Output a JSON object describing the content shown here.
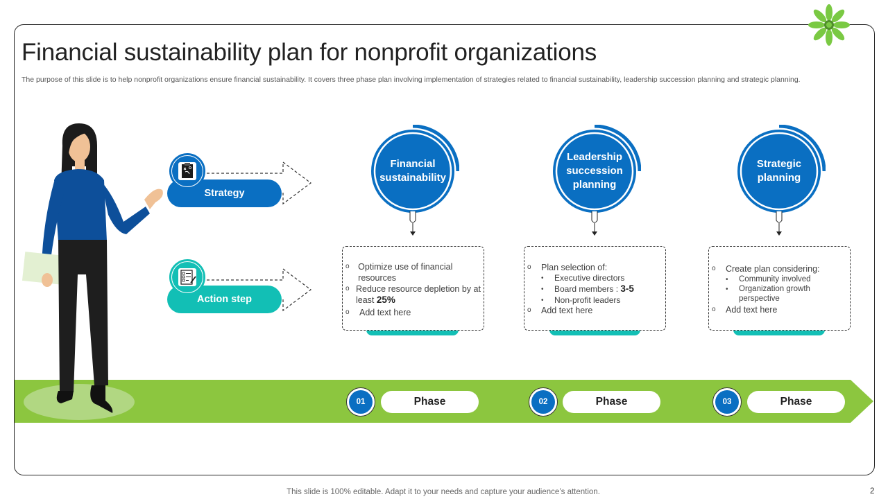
{
  "slide": {
    "title": "Financial sustainability plan for nonprofit organizations",
    "subtitle": "The purpose of this slide is to help nonprofit organizations ensure financial sustainability. It covers three phase plan involving implementation of strategies related to financial sustainability, leadership succession planning and strategic planning.",
    "footer": "This slide is 100% editable. Adapt it to your needs and capture your audience’s attention.",
    "page_number": "2"
  },
  "legend": {
    "strategy_label": "Strategy",
    "action_label": "Action step"
  },
  "strategies": [
    {
      "line1": "Financial",
      "line2": "sustainability",
      "line3": ""
    },
    {
      "line1": "Leadership",
      "line2": "succession",
      "line3": "planning"
    },
    {
      "line1": "Strategic",
      "line2": "planning",
      "line3": ""
    }
  ],
  "actions": [
    {
      "item1": "Optimize use of financial resources",
      "item2_text": "Reduce resource depletion by at least",
      "item2_value": "25%",
      "item3": "Add text here"
    },
    {
      "item1": "Plan selection of:",
      "sub1": "Executive directors",
      "sub2_text": "Board members :",
      "sub2_value": "3-5",
      "sub3": "Non-profit leaders",
      "item2": "Add text here"
    },
    {
      "item1": "Create plan considering:",
      "sub1": "Community involved",
      "sub2": "Organization growth perspective",
      "item2": "Add text here"
    }
  ],
  "phases": [
    {
      "number": "01",
      "label": "Phase"
    },
    {
      "number": "02",
      "label": "Phase"
    },
    {
      "number": "03",
      "label": "Phase"
    }
  ],
  "colors": {
    "primary_blue": "#0a6fc2",
    "teal": "#12bfb5",
    "green_band": "#8cc63f",
    "flower_green": "#7ac943"
  },
  "icons": [
    "flower-icon",
    "strategy-board-icon",
    "checklist-icon"
  ]
}
